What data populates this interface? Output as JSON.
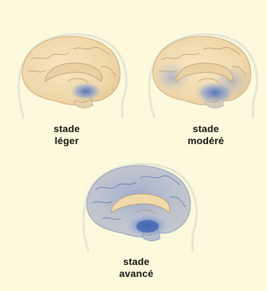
{
  "stages": [
    {
      "line1": "stade",
      "line2": "léger"
    },
    {
      "line1": "stade",
      "line2": "modéré"
    },
    {
      "line1": "stade",
      "line2": "avancé"
    }
  ],
  "colors": {
    "background": "#fdf9dc",
    "brain_tissue": "#f1dcb1",
    "affected_tissue": "#6f8fc6",
    "head_outline": "#e8ead9"
  }
}
